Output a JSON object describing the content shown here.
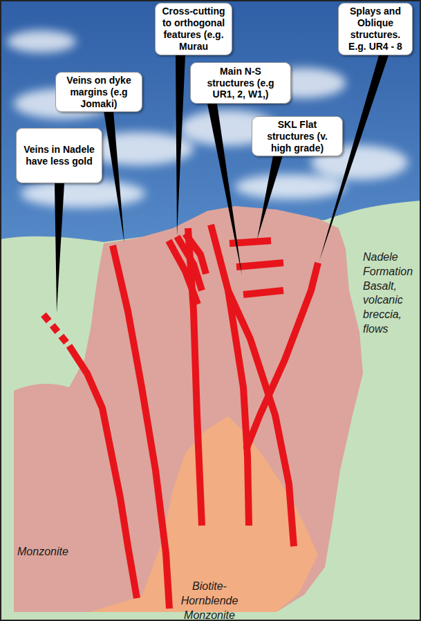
{
  "diagram": {
    "nodes": [
      {
        "text": [
          "Veins in Nadele have less gold"
        ]
      },
      {
        "text": [
          "Veins on dyke margins (e.g Jomaki)"
        ]
      },
      {
        "text": [
          "Cross-cutting to orthogonal features (e.g. Murau"
        ]
      },
      {
        "text": [
          "Main N-S structures (e.g UR1, 2, W1,)"
        ]
      },
      {
        "text": [
          "SKL Flat structures (v. high grade)"
        ]
      },
      {
        "text": [
          "Splays and Oblique structures. E.g. UR4 - 8"
        ]
      }
    ],
    "labels": [
      "Nadele Formation Basalt, volcanic breccia, flows",
      "Monzonite",
      "Biotite-Hornblende Monzonite"
    ]
  }
}
